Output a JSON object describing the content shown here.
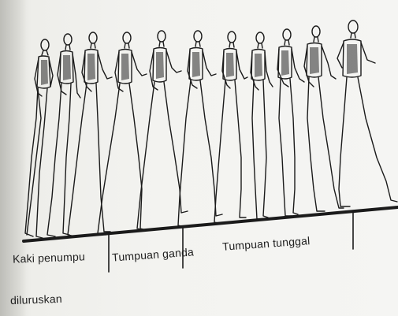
{
  "labels": {
    "kaki_penumpu": "Kaki penumpu",
    "diluruskan": "diluruskan",
    "tumpuan_ganda": "Tumpuan ganda",
    "tumpuan_tunggal": "Tumpuan tunggal"
  },
  "figure": {
    "subject": "race-walking sequence",
    "walker_count": 11
  }
}
